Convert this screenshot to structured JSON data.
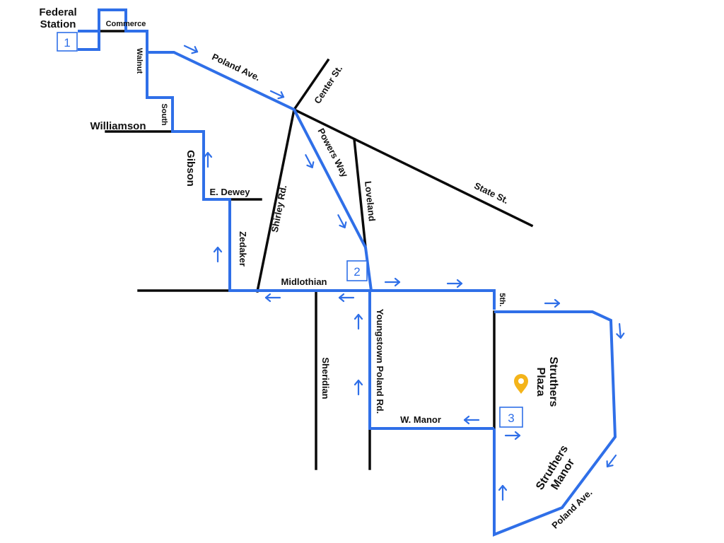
{
  "colors": {
    "route": "#2f6fe8",
    "street": "#0a0a0a",
    "marker": "#f4b41a",
    "background": "#ffffff"
  },
  "places": {
    "federal_station_line1": "Federal",
    "federal_station_line2": "Station",
    "struthers_plaza_line1": "Struthers",
    "struthers_plaza_line2": "Plaza",
    "struthers_manor_line1": "Struthers",
    "struthers_manor_line2": "Manor"
  },
  "streets": {
    "commerce": "Commerce",
    "walnut": "Walnut",
    "poland_ave": "Poland Ave.",
    "center_st": "Center St.",
    "south": "South",
    "williamson": "Williamson",
    "gibson": "Gibson",
    "powers_way": "Powers Way",
    "loveland": "Loveland",
    "state_st": "State St.",
    "shirley_rd": "Shirley Rd.",
    "e_dewey": "E. Dewey",
    "zedaker": "Zedaker",
    "midlothian": "Midlothian",
    "youngstown_poland_rd": "Youngstown Poland Rd.",
    "sheridian": "Sheridian",
    "fifth": "5th.",
    "w_manor": "W. Manor",
    "poland_ave_south": "Poland Ave."
  },
  "stops": {
    "stop1": "1",
    "stop2": "2",
    "stop3": "3"
  },
  "icons": {
    "marker": "map-pin-icon",
    "arrow": "route-direction-arrow-icon"
  }
}
